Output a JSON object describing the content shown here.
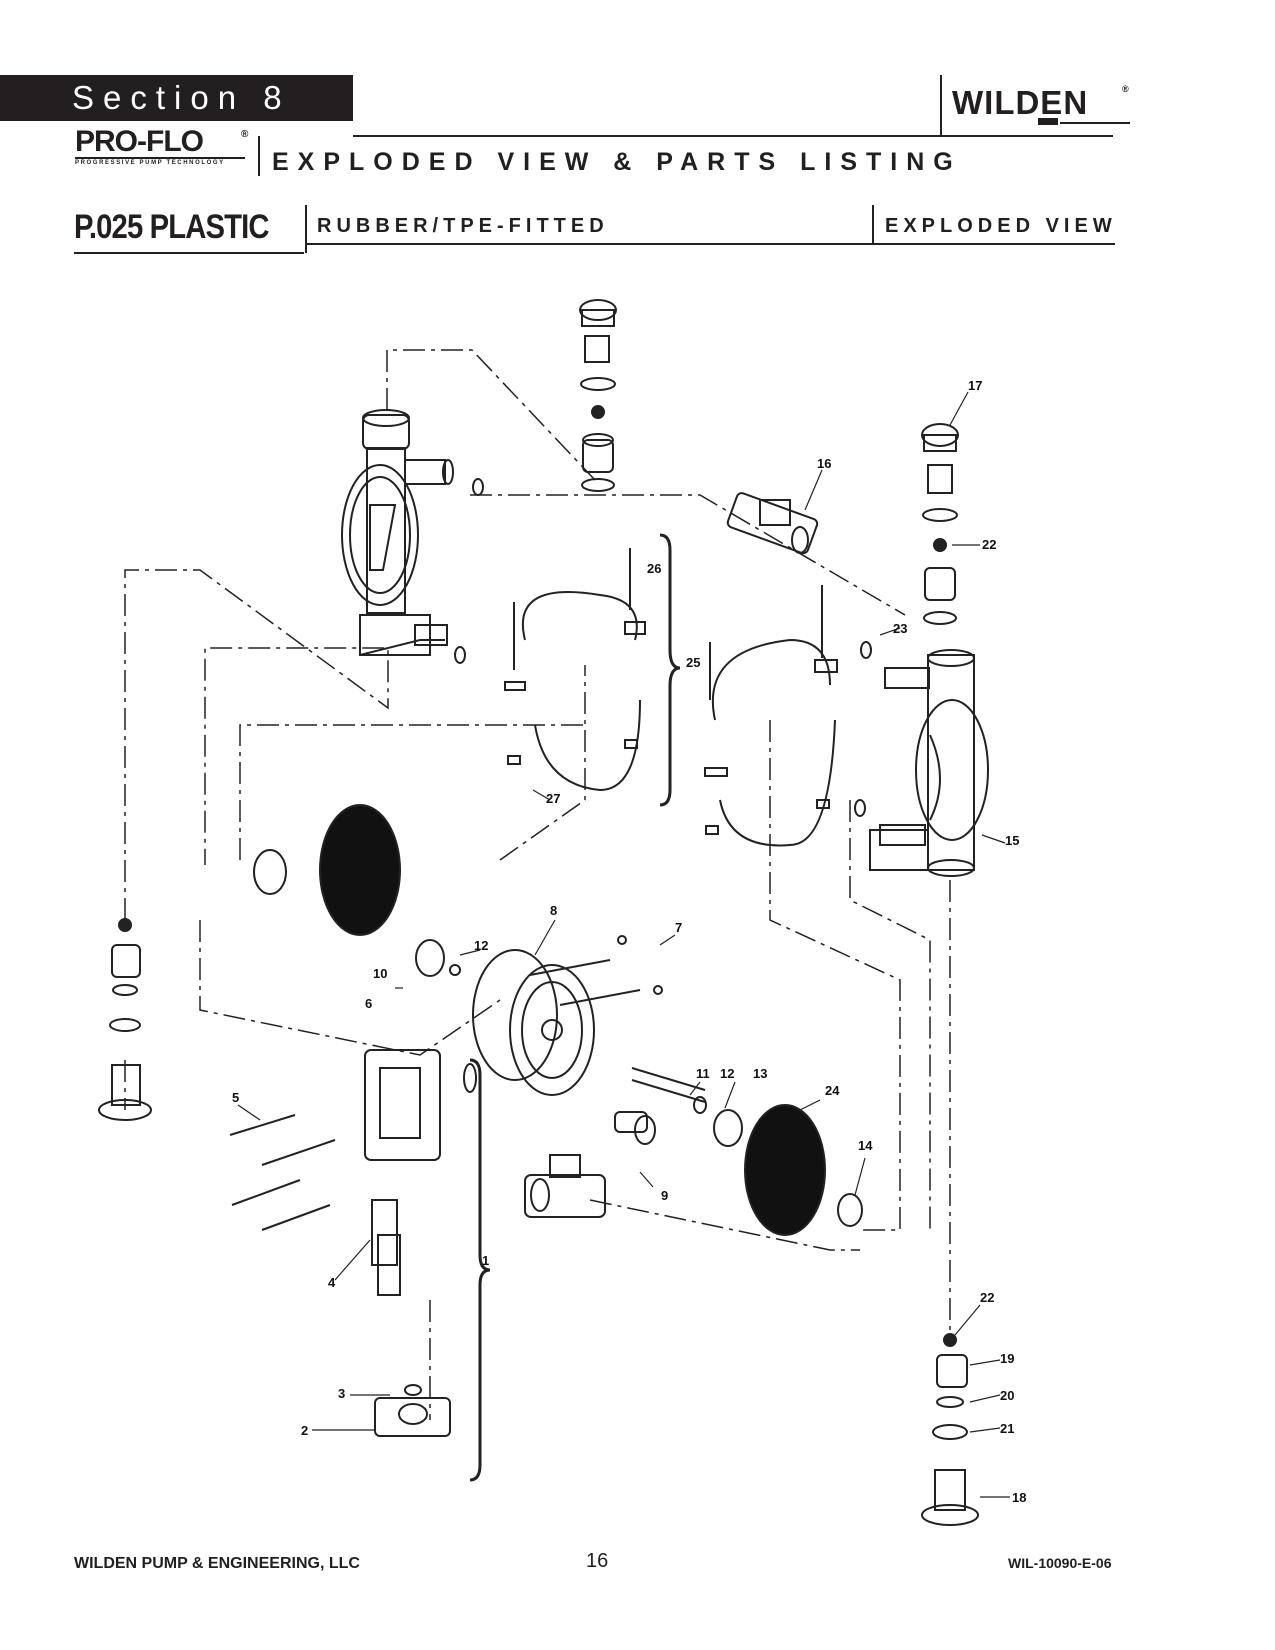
{
  "header": {
    "section_label": "Section 8",
    "brand_logo_text": "WILDEN",
    "brand_logo_reg": "®",
    "proflo_logo_text": "PRO-FLO",
    "proflo_logo_reg": "®",
    "proflo_tagline": "PROGRESSIVE PUMP TECHNOLOGY",
    "page_heading": "EXPLODED VIEW & PARTS LISTING"
  },
  "subheader": {
    "model": "P.025 PLASTIC",
    "fitting": "RUBBER/TPE-FITTED",
    "view": "EXPLODED VIEW"
  },
  "callouts": [
    "1",
    "2",
    "3",
    "4",
    "5",
    "6",
    "7",
    "8",
    "9",
    "10",
    "11",
    "12",
    "12",
    "13",
    "14",
    "15",
    "16",
    "17",
    "18",
    "19",
    "20",
    "21",
    "22",
    "22",
    "23",
    "24",
    "25",
    "26",
    "27"
  ],
  "footer": {
    "company": "WILDEN PUMP & ENGINEERING, LLC",
    "page_number": "16",
    "document_code": "WIL-10090-E-06"
  }
}
